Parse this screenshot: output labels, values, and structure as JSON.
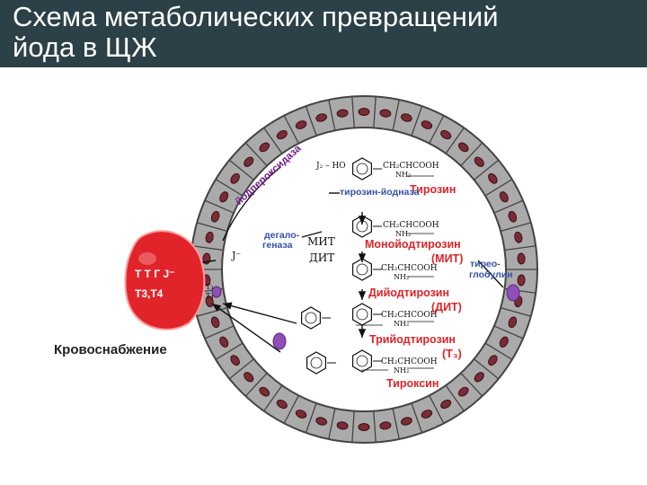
{
  "title": {
    "line1": "Схема метаболических превращений",
    "line2": "йода в ЩЖ"
  },
  "colors": {
    "title_bar": "#2c4147",
    "cell": "#aaaaaa",
    "nucleus": "#7a2b35",
    "blood": "#e0242a",
    "label_red": "#e0242a",
    "label_blue": "#3552a5",
    "label_purple": "#6e1f8a"
  },
  "labels": {
    "tyrosine": "Тирозин",
    "mit": "Монойодтирозин",
    "mit_abbr": "(МИТ)",
    "dit": "Дийодтирозин",
    "dit_abbr": "(ДИТ)",
    "t3": "Трийодтирозин",
    "t3_abbr": "(Т₃)",
    "thyroxine": "Тироксин",
    "thyroglobulin_1": "тирео-",
    "thyroglobulin_2": "глобулин",
    "peroxidase": "йодпероксидаза",
    "tyrosine_iodinase": "тирозин-йодназа",
    "dehalogenase_1": "дегало-",
    "dehalogenase_2": "геназа",
    "mit_short": "МИТ",
    "dit_short": "ДИТ",
    "i_minus": "J⁻",
    "i2_ho": "J₂ – HO",
    "formula": "CH₂CHCOOH",
    "nh2": "NH₂",
    "blood_line1": "Т Т Г  J⁻",
    "blood_line2": "Т3,Т4",
    "blood_supply": "Кровоснабжение",
    "t3_small": "T₃",
    "t4_small": "T₄"
  }
}
